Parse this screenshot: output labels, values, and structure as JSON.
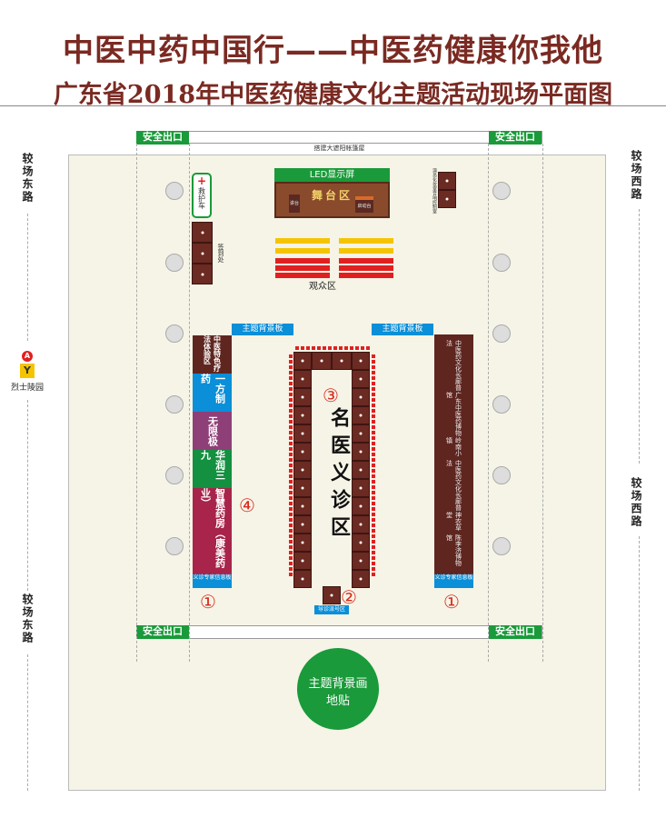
{
  "header": {
    "title": "中医中药中国行——中医药健康你我他",
    "subtitle": "广东省2018年中医药健康文化主题活动现场平面图"
  },
  "exits": {
    "label": "安全出口"
  },
  "tent_note": "搭建大遮阳帐篷屋",
  "roads": {
    "left": "较场东路",
    "right": "较场西路"
  },
  "metro": {
    "badge": "A",
    "station": "烈士陵园"
  },
  "stage": {
    "led": "LED显示屏",
    "title": "舞台区",
    "podium": "讲台",
    "launch": "启动台"
  },
  "dressing": "演员化妆室音响控制室",
  "ambulance": {
    "symbol": "+",
    "label": "救护车"
  },
  "signin": "签到处",
  "audience": "观众区",
  "theme_board": "主题背景板",
  "left_booths": [
    {
      "label": "中医特色疗法体验区",
      "color": "#5f2620"
    },
    {
      "label": "一方制药",
      "color": "#0a8fd8"
    },
    {
      "label": "无限极",
      "color": "#8f3f78"
    },
    {
      "label": "华润三九",
      "color": "#139040"
    },
    {
      "label": "智慧药房（康美药业）",
      "color": "#a8244a"
    }
  ],
  "right_booths": [
    "中医药文化长廊普法",
    "广东中医药博物馆",
    "岭南小镇",
    "中医药文化长廊普法",
    "神农草堂",
    "陈李济博物馆"
  ],
  "info_board": "义诊专家信息板",
  "markers": {
    "m1": "①",
    "m2": "②",
    "m3": "③",
    "m4": "④"
  },
  "clinic": "名医义诊区",
  "triage": "导诊派号区",
  "ground": {
    "line1": "主题背景画",
    "line2": "地贴"
  }
}
